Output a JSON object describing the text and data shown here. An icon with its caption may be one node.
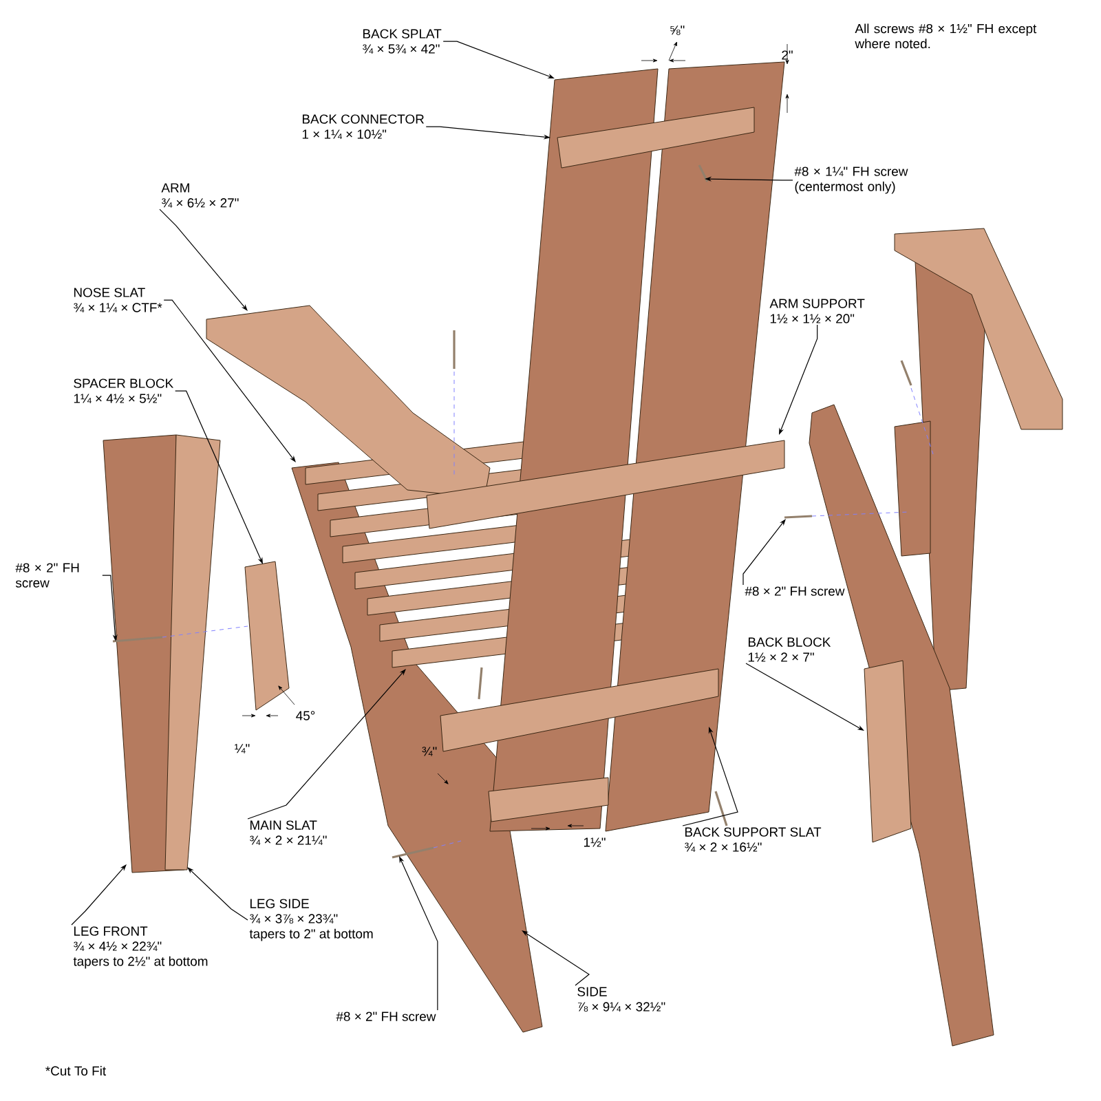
{
  "diagram": {
    "nodes": [
      {
        "text": [
          "BACK SPLAT",
          "¾ × 5¾ × 42\""
        ]
      },
      {
        "text": [
          "BACK CONNECTOR",
          "1 × 1¼ × 10½\""
        ]
      },
      {
        "text": [
          "#8 × 1¼\" FH screw (centermost only)"
        ]
      },
      {
        "text": [
          "ARM",
          "¾ × 6½ × 27\""
        ]
      },
      {
        "text": [
          "NOSE SLAT",
          "¾ × 1¼ × CTF*"
        ]
      },
      {
        "text": [
          "ARM SUPPORT",
          "1½ × 1½ × 20\""
        ]
      },
      {
        "text": [
          "SPACER BLOCK",
          "1¼ × 4½ × 5½\""
        ]
      },
      {
        "text": [
          "#8 × 2\" FH screw"
        ]
      },
      {
        "text": [
          "#8 × 2\" FH screw"
        ]
      },
      {
        "text": [
          "BACK BLOCK",
          "1½ × 2 × 7\""
        ]
      },
      {
        "text": [
          "MAIN SLAT",
          "¾ × 2 × 21¼\""
        ]
      },
      {
        "text": [
          "BACK SUPPORT SLAT",
          "¾ × 2 × 16½\""
        ]
      },
      {
        "text": [
          "LEG FRONT",
          "¾ × 4½ × 22¾\"",
          "tapers to 2½\" at bottom"
        ]
      },
      {
        "text": [
          "LEG SIDE",
          "¾ × 3⅞ × 23¾\"",
          "tapers to 2\" at bottom"
        ]
      },
      {
        "text": [
          "#8 × 2\" FH screw"
        ]
      },
      {
        "text": [
          "SIDE",
          "⅞ × 9¼ × 32½\""
        ]
      }
    ],
    "edges": [
      {
        "from": 0,
        "to": null,
        "arrow": "to"
      },
      {
        "from": 1,
        "to": null,
        "arrow": "to"
      },
      {
        "from": 2,
        "to": null,
        "arrow": "to"
      },
      {
        "from": 3,
        "to": null,
        "arrow": "to"
      },
      {
        "from": 4,
        "to": null,
        "arrow": "to"
      },
      {
        "from": 5,
        "to": null,
        "arrow": "to"
      },
      {
        "from": 6,
        "to": null,
        "arrow": "to"
      },
      {
        "from": 7,
        "to": null,
        "arrow": "to"
      },
      {
        "from": 8,
        "to": null,
        "arrow": "to"
      },
      {
        "from": 9,
        "to": null,
        "arrow": "to"
      },
      {
        "from": 10,
        "to": null,
        "arrow": "to"
      },
      {
        "from": 11,
        "to": null,
        "arrow": "to"
      },
      {
        "from": 12,
        "to": null,
        "arrow": "to"
      },
      {
        "from": 13,
        "to": null,
        "arrow": "to"
      },
      {
        "from": 14,
        "to": null,
        "arrow": "to"
      },
      {
        "from": 15,
        "to": null,
        "arrow": "to"
      }
    ],
    "labels": [
      "⅝\"",
      "2\"",
      "45°",
      "¼\"",
      "¾\"",
      "1½\"",
      "All screws #8 × 1½\" FH except where noted.",
      "*Cut To Fit"
    ]
  }
}
